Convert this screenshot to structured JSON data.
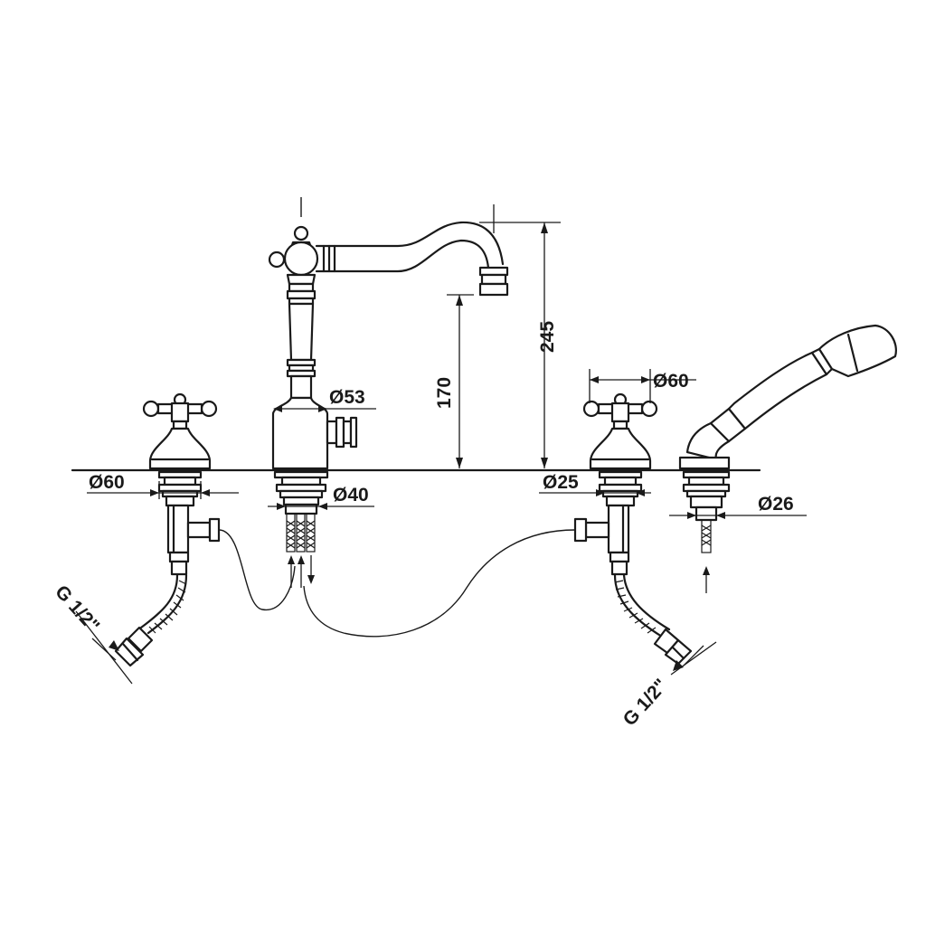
{
  "dimensions": {
    "dia_left_valve": "Ø60",
    "dia_spout_body": "Ø53",
    "dia_spout_base": "Ø40",
    "height_outlet": "170",
    "height_total": "245",
    "dia_right_valve": "Ø60",
    "dia_right_shank": "Ø25",
    "dia_shower_base": "Ø26",
    "thread_left": "G 1/2\"",
    "thread_right": "G 1/2\""
  }
}
